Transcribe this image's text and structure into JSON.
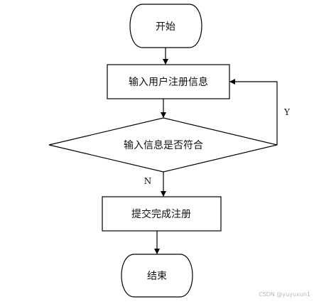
{
  "nodes": {
    "start": {
      "label": "开始",
      "shape": "terminator"
    },
    "input_registration": {
      "label": "输入用户注册信息",
      "shape": "process"
    },
    "check_input": {
      "label": "输入信息是否符合",
      "shape": "decision"
    },
    "submit_complete": {
      "label": "提交完成注册",
      "shape": "process"
    },
    "end": {
      "label": "结束",
      "shape": "terminator"
    }
  },
  "edges": {
    "yes_label": "Y",
    "no_label": "N"
  },
  "watermark": "CSDN @yuyuxun1",
  "colors": {
    "stroke": "#000000",
    "fill": "#ffffff",
    "text": "#111111",
    "watermark": "#b8b8b8"
  }
}
